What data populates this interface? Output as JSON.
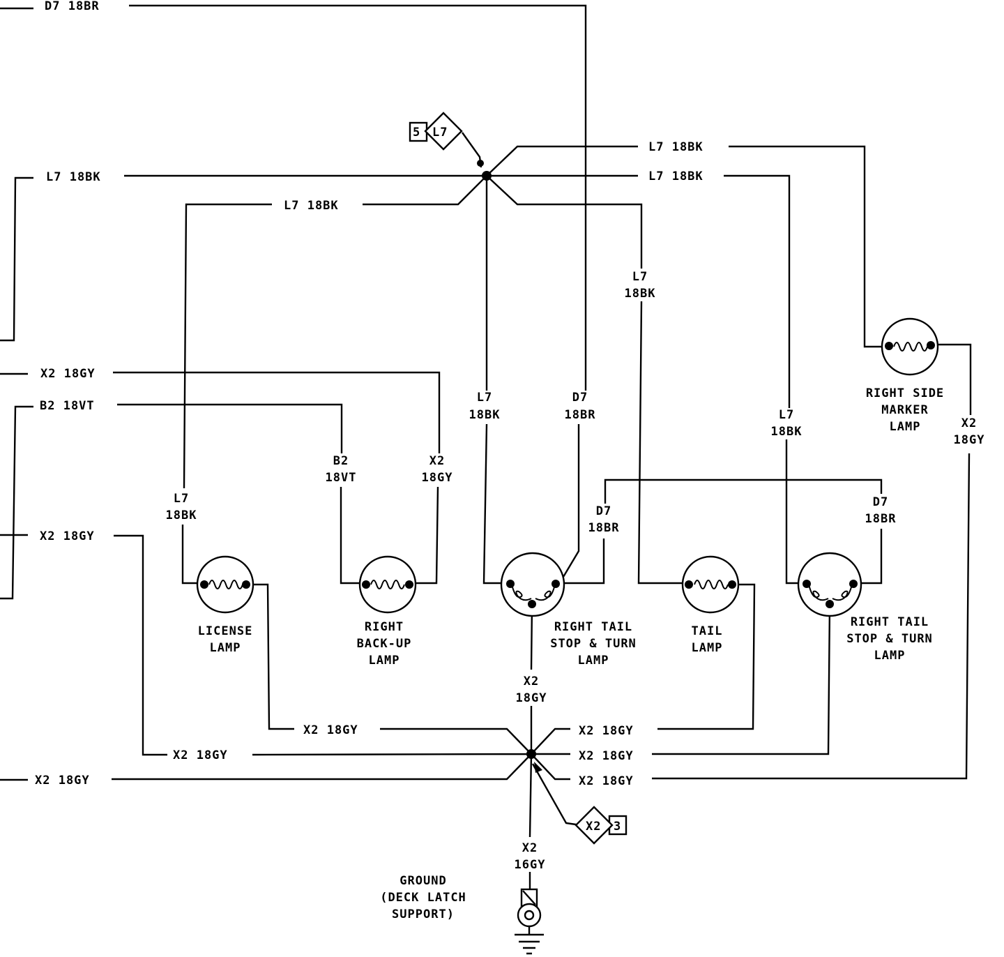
{
  "wire_labels": {
    "d7_top": "D7 18BR",
    "l7_left": "L7 18BK",
    "l7_right_top": "L7 18BK",
    "l7_right_mid": "L7 18BK",
    "l7_license_feed": "L7 18BK",
    "x2_top_left": "X2 18GY",
    "b2_left": "B2 18VT",
    "x2_mid_left": "X2 18GY",
    "x2_bot_left": "X2 18GY",
    "x2_license_return": "X2 18GY",
    "x2_mid_return": "X2 18GY",
    "x2_r1": "X2 18GY",
    "x2_r2": "X2 18GY",
    "x2_r3": "X2 18GY"
  },
  "vertical_labels": {
    "l7_tail": [
      "L7",
      "18BK"
    ],
    "l7_stop_right": [
      "L7",
      "18BK"
    ],
    "x2_marker": [
      "X2",
      "18GY"
    ],
    "l7_stop_left": [
      "L7",
      "18BK"
    ],
    "d7_stop_left": [
      "D7",
      "18BR"
    ],
    "b2_backup": [
      "B2",
      "18VT"
    ],
    "x2_backup": [
      "X2",
      "18GY"
    ],
    "l7_license": [
      "L7",
      "18BK"
    ],
    "d7_branch_left": [
      "D7",
      "18BR"
    ],
    "d7_branch_right": [
      "D7",
      "18BR"
    ],
    "x2_stop_ground": [
      "X2",
      "18GY"
    ],
    "x2_ground": [
      "X2",
      "16GY"
    ]
  },
  "lamps": {
    "license": [
      "LICENSE",
      "LAMP"
    ],
    "backup": [
      "RIGHT",
      "BACK-UP",
      "LAMP"
    ],
    "stop_turn_left": [
      "RIGHT TAIL",
      "STOP & TURN",
      "LAMP"
    ],
    "tail": [
      "TAIL",
      "LAMP"
    ],
    "stop_turn_right": [
      "RIGHT TAIL",
      "STOP & TURN",
      "LAMP"
    ],
    "marker": [
      "RIGHT SIDE",
      "MARKER",
      "LAMP"
    ]
  },
  "splices": {
    "top": {
      "code": "L7",
      "ref": "5"
    },
    "bottom": {
      "code": "X2",
      "ref": "3"
    }
  },
  "ground": [
    "GROUND",
    "(DECK LATCH",
    "SUPPORT)"
  ]
}
